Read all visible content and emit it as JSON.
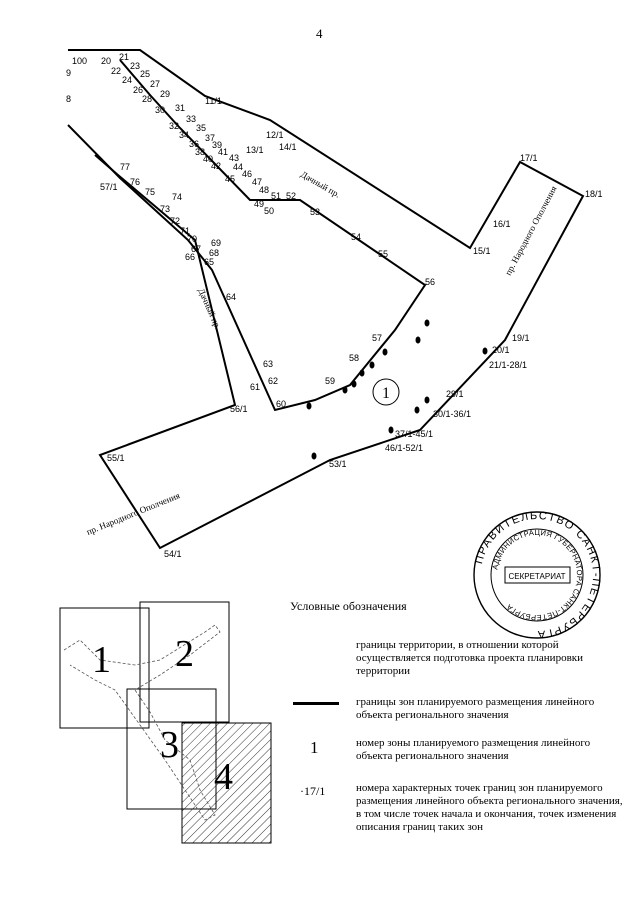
{
  "page": {
    "number": "4"
  },
  "map": {
    "zone_number": "1",
    "streets": {
      "dachny_upper": "Дачный пр.",
      "dachny_left": "Дачный пр.",
      "narodnogo_right": "пр. Народного Ополчения",
      "narodnogo_lower": "пр. Народного Ополчения"
    },
    "points": {
      "p100": "100",
      "p20": "20",
      "p21": "21",
      "p22": "22",
      "p23": "23",
      "p24": "24",
      "p25": "25",
      "p26": "26",
      "p27": "27",
      "p28": "28",
      "p29": "29",
      "p30": "30",
      "p31": "31",
      "p32": "32",
      "p33": "33",
      "p34": "34",
      "p35": "35",
      "p36": "36",
      "p37": "37",
      "p38": "38",
      "p39": "39",
      "p40": "40",
      "p41": "41",
      "p42": "42",
      "p43": "43",
      "p44": "44",
      "p45": "45",
      "p46": "46",
      "p47": "47",
      "p48": "48",
      "p49": "49",
      "p50": "50",
      "p51": "51",
      "p52": "52",
      "p53": "53",
      "p54": "54",
      "p55": "55",
      "p56": "56",
      "p57": "57",
      "p58": "58",
      "p59": "59",
      "p60": "60",
      "p61": "61",
      "p62": "62",
      "p63": "63",
      "p64": "64",
      "p65": "65",
      "p66": "66",
      "p67": "67",
      "p68": "68",
      "p69": "69",
      "p70": "70",
      "p71": "71",
      "p72": "72",
      "p73": "73",
      "p74": "74",
      "p75": "75",
      "p76": "76",
      "p77": "77",
      "p9": "9",
      "p8": "8",
      "p11_1": "11/1",
      "p12_1": "12/1",
      "p13_1": "13/1",
      "p14_1": "14/1",
      "p15_1": "15/1",
      "p16_1": "16/1",
      "p17_1": "17/1",
      "p18_1": "18/1",
      "p19_1": "19/1",
      "p20_1": "20/1",
      "p21_28": "21/1-28/1",
      "p29_1": "29/1",
      "p30_36": "30/1-36/1",
      "p37_45": "37/1-45/1",
      "p46_52": "46/1-52/1",
      "p53_1": "53/1",
      "p54_1": "54/1",
      "p55_1": "55/1",
      "p56_1": "56/1",
      "p57_1": "57/1"
    }
  },
  "stamp": {
    "outer_text": "ПРАВИТЕЛЬСТВО САНКТ-ПЕТЕРБУРГА",
    "inner_text": "АДМИНИСТРАЦИЯ ГУБЕРНАТОРА САНКТ-ПЕТЕРБУРГА",
    "center_text": "СЕКРЕТАРИАТ"
  },
  "index_map": {
    "sheets": [
      "1",
      "2",
      "3",
      "4"
    ]
  },
  "legend": {
    "title": "Условные обозначения",
    "items": [
      {
        "symbol": "",
        "text": "границы территории, в отношении которой осуществляется подготовка проекта планировки территории"
      },
      {
        "symbol": "",
        "text": "границы зон планируемого размещения линейного объекта регионального значения"
      },
      {
        "symbol": "1",
        "text": "номер зоны планируемого размещения линейного объекта регионального значения"
      },
      {
        "symbol": "·17/1",
        "text": "номера характерных точек границ зон планируемого размещения линейного объекта регионального значения, в том числе точек начала и окончания, точек изменения описания границ таких зон"
      }
    ]
  }
}
